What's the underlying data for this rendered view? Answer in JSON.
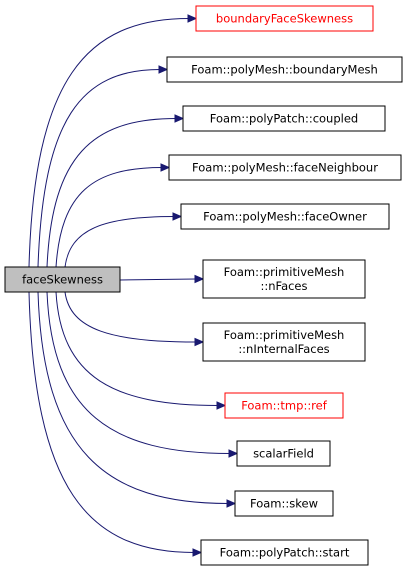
{
  "root": {
    "label": "faceSkewness"
  },
  "nodes": [
    {
      "id": "n1",
      "lines": [
        "boundaryFaceSkewness"
      ],
      "border": "red"
    },
    {
      "id": "n2",
      "lines": [
        "Foam::polyMesh::boundaryMesh"
      ],
      "border": "black"
    },
    {
      "id": "n3",
      "lines": [
        "Foam::polyPatch::coupled"
      ],
      "border": "black"
    },
    {
      "id": "n4",
      "lines": [
        "Foam::polyMesh::faceNeighbour"
      ],
      "border": "black"
    },
    {
      "id": "n5",
      "lines": [
        "Foam::polyMesh::faceOwner"
      ],
      "border": "black"
    },
    {
      "id": "n6",
      "lines": [
        "Foam::primitiveMesh",
        "::nFaces"
      ],
      "border": "black"
    },
    {
      "id": "n7",
      "lines": [
        "Foam::primitiveMesh",
        "::nInternalFaces"
      ],
      "border": "black"
    },
    {
      "id": "n8",
      "lines": [
        "Foam::tmp::ref"
      ],
      "border": "red"
    },
    {
      "id": "n9",
      "lines": [
        "scalarField"
      ],
      "border": "black"
    },
    {
      "id": "n10",
      "lines": [
        "Foam::skew"
      ],
      "border": "black"
    },
    {
      "id": "n11",
      "lines": [
        "Foam::polyPatch::start"
      ],
      "border": "black"
    }
  ],
  "colors": {
    "edge": "#191970",
    "root_fill": "#bfbfbf",
    "highlight_border": "#ff0000"
  }
}
